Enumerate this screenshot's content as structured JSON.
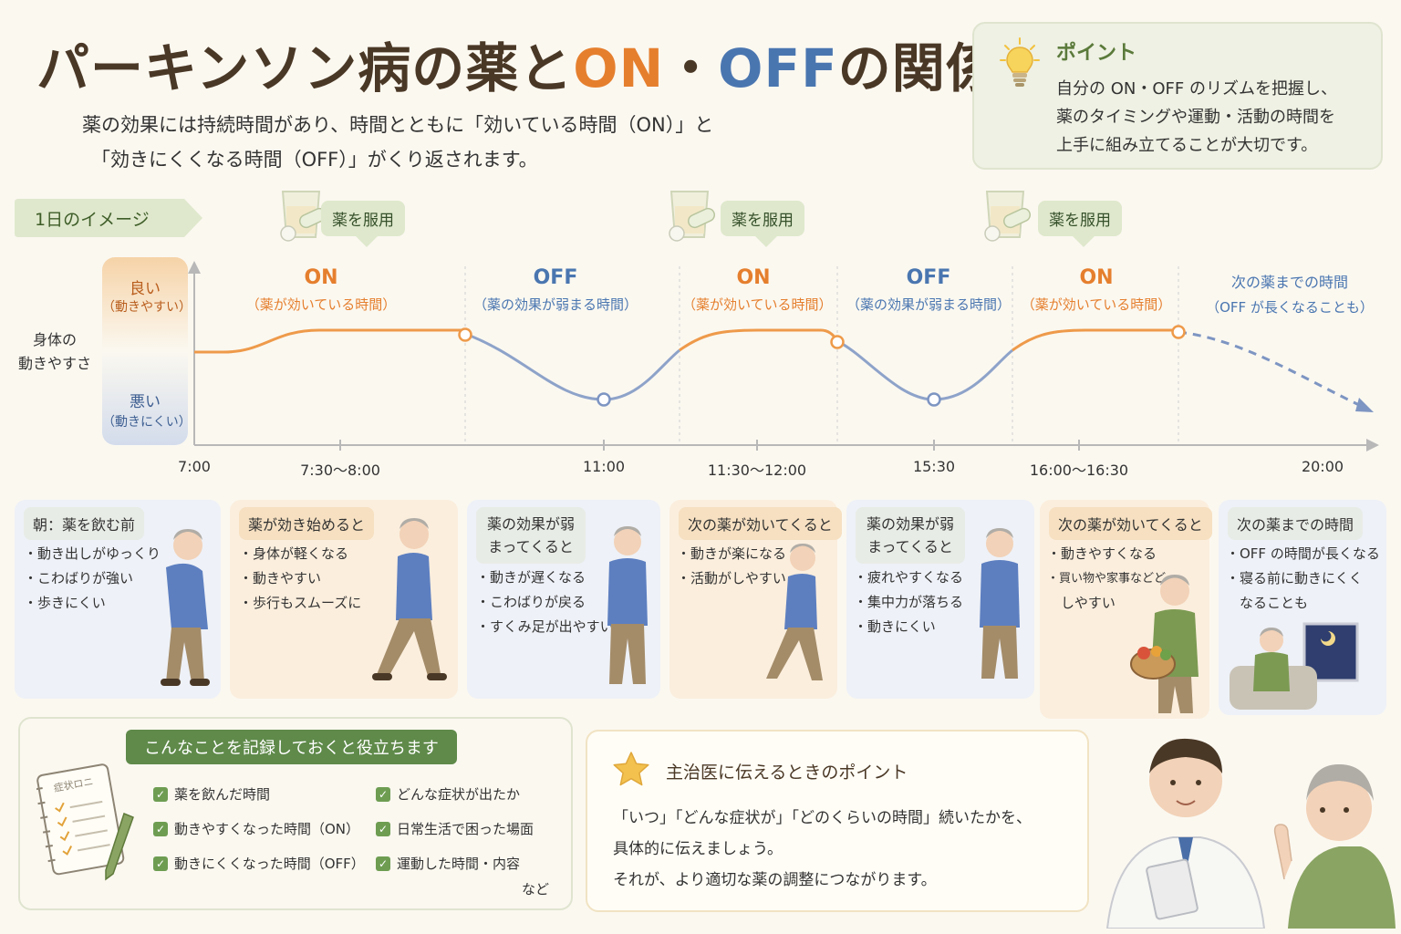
{
  "title": {
    "part1": "パーキンソン病の薬と",
    "on": "ON",
    "dot": "・",
    "off": "OFF",
    "part2": "の関係"
  },
  "intro": {
    "line1": "薬の効果には持続時間があり、時間とともに「効いている時間（ON）」と",
    "line2": "「効きにくくなる時間（OFF）」がくり返されます。"
  },
  "point": {
    "title": "ポイント",
    "line1": "自分の ON・OFF のリズムを把握し、",
    "line2": "薬のタイミングや運動・活動の時間を",
    "line3": "上手に組み立てることが大切です。",
    "icon": "lightbulb-icon"
  },
  "day_tag": "1日のイメージ",
  "dose_label": "薬を服用",
  "scale": {
    "good": "良い",
    "good_sub": "（動きやすい）",
    "bad": "悪い",
    "bad_sub": "（動きにくい）"
  },
  "y_label": {
    "line1": "身体の",
    "line2": "動きやすさ"
  },
  "phases": [
    {
      "kind": "on",
      "title": "ON",
      "sub": "（薬が効いている時間）"
    },
    {
      "kind": "off",
      "title": "OFF",
      "sub": "（薬の効果が弱まる時間）"
    },
    {
      "kind": "on",
      "title": "ON",
      "sub": "（薬が効いている時間）"
    },
    {
      "kind": "off",
      "title": "OFF",
      "sub": "（薬の効果が弱まる時間）"
    },
    {
      "kind": "on",
      "title": "ON",
      "sub": "（薬が効いている時間）"
    },
    {
      "kind": "next",
      "title": "次の薬までの時間",
      "sub": "（OFF が長くなることも）"
    }
  ],
  "ticks": [
    "7:00",
    "7:30〜8:00",
    "11:00",
    "11:30〜12:00",
    "15:30",
    "16:00〜16:30",
    "20:00"
  ],
  "cards": [
    {
      "head": "朝：薬を飲む前",
      "items": [
        "・動き出しがゆっくり",
        "・こわばりが強い",
        "・歩きにくい"
      ]
    },
    {
      "head": "薬が効き始めると",
      "items": [
        "・身体が軽くなる",
        "・動きやすい",
        "・歩行もスムーズに"
      ]
    },
    {
      "head": "薬の効果が弱まってくると",
      "items": [
        "・動きが遅くなる",
        "・こわばりが戻る",
        "・すくみ足が出やすい"
      ]
    },
    {
      "head": "次の薬が効いてくると",
      "items": [
        "・動きが楽になる",
        "・活動がしやすい"
      ]
    },
    {
      "head": "薬の効果が弱まってくると",
      "items": [
        "・疲れやすくなる",
        "・集中力が落ちる",
        "・動きにくい"
      ]
    },
    {
      "head": "次の薬が効いてくると",
      "items": [
        "・動きやすくなる",
        "・買い物や家事などど",
        "　しやすい"
      ]
    },
    {
      "head": "次の薬までの時間",
      "items": [
        "・OFF の時間が長くなる",
        "・寝る前に動きにくく",
        "　なることも"
      ]
    }
  ],
  "record": {
    "title": "こんなことを記録しておくと役立ちます",
    "notebook_text": "症状ロニ",
    "items": [
      "薬を飲んだ時間",
      "どんな症状が出たか",
      "動きやすくなった時間（ON）",
      "日常生活で困った場面",
      "動きにくくなった時間（OFF）",
      "運動した時間・内容"
    ],
    "etc": "など"
  },
  "doctor": {
    "title": "主治医に伝えるときのポイント",
    "line1": "「いつ」「どんな症状が」「どのくらいの時間」続いたかを、",
    "line2": "具体的に伝えましょう。",
    "line3": "それが、より適切な薬の調整につながります。",
    "icon": "star-icon"
  },
  "colors": {
    "on": "#e57f2e",
    "off": "#4a76b0",
    "green": "#5f8a4a",
    "brown": "#4a3826"
  },
  "chart_data": {
    "type": "line",
    "x": [
      "7:00",
      "7:30〜8:00",
      "11:00",
      "11:30〜12:00",
      "15:30",
      "16:00〜16:30",
      "20:00"
    ],
    "ylabel": "身体の動きやすさ",
    "series": [
      {
        "values": [
          "低",
          "高",
          "低",
          "高",
          "低",
          "高",
          "低"
        ]
      }
    ]
  }
}
